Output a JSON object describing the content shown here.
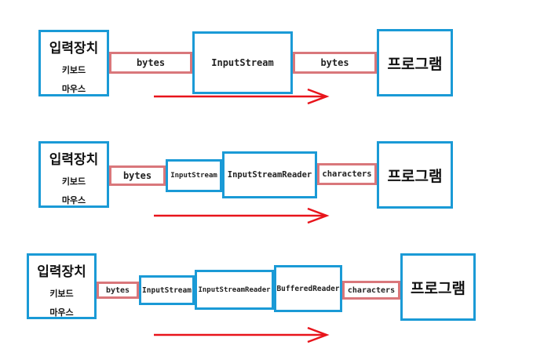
{
  "input_device": {
    "title": "입력장치",
    "line1": "키보드",
    "line2": "마우스"
  },
  "program": {
    "label": "프로그램"
  },
  "row1": {
    "data1": "bytes",
    "stream1": "InputStream",
    "data2": "bytes"
  },
  "row2": {
    "data1": "bytes",
    "stream1": "InputStream",
    "stream2": "InputStreamReader",
    "data2": "characters"
  },
  "row3": {
    "data1": "bytes",
    "stream1": "InputStream",
    "stream2": "InputStreamReader",
    "stream3": "BufferedReader",
    "data2": "characters"
  },
  "colors": {
    "stream_border": "#1a9ad6",
    "data_border": "#d9777b",
    "arrow": "#e8141b"
  }
}
